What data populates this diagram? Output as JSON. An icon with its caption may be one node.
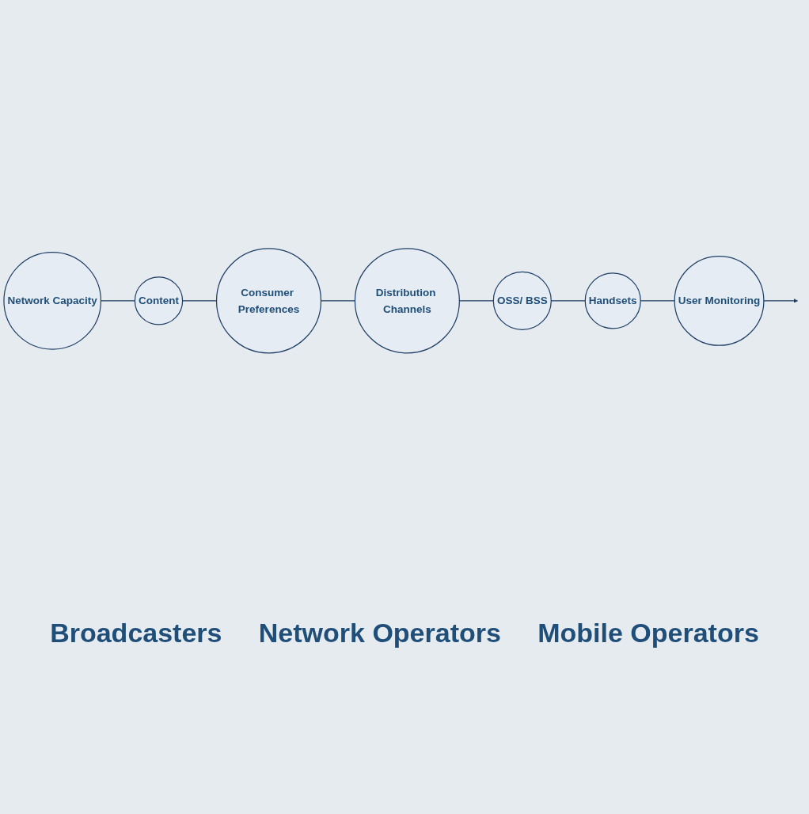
{
  "diagram": {
    "nodes": [
      {
        "text": [
          "Network Capacity"
        ]
      },
      {
        "text": [
          "Content"
        ]
      },
      {
        "text": [
          "Consumer Preferences"
        ]
      },
      {
        "text": [
          "Distribution Channels"
        ]
      },
      {
        "text": [
          "OSS/ BSS"
        ]
      },
      {
        "text": [
          "Handsets"
        ]
      },
      {
        "text": [
          "User Monitoring"
        ]
      }
    ],
    "edges": [
      {
        "from": 0,
        "to": 1,
        "arrow": "none"
      },
      {
        "from": 1,
        "to": 2,
        "arrow": "none"
      },
      {
        "from": 2,
        "to": 3,
        "arrow": "none"
      },
      {
        "from": 3,
        "to": 4,
        "arrow": "none"
      },
      {
        "from": 4,
        "to": 5,
        "arrow": "none"
      },
      {
        "from": 5,
        "to": 6,
        "arrow": "none"
      },
      {
        "from": 6,
        "to": null,
        "arrow": "to"
      }
    ],
    "labels": [
      "Broadcasters",
      "Network Operators",
      "Mobile Operators"
    ]
  }
}
